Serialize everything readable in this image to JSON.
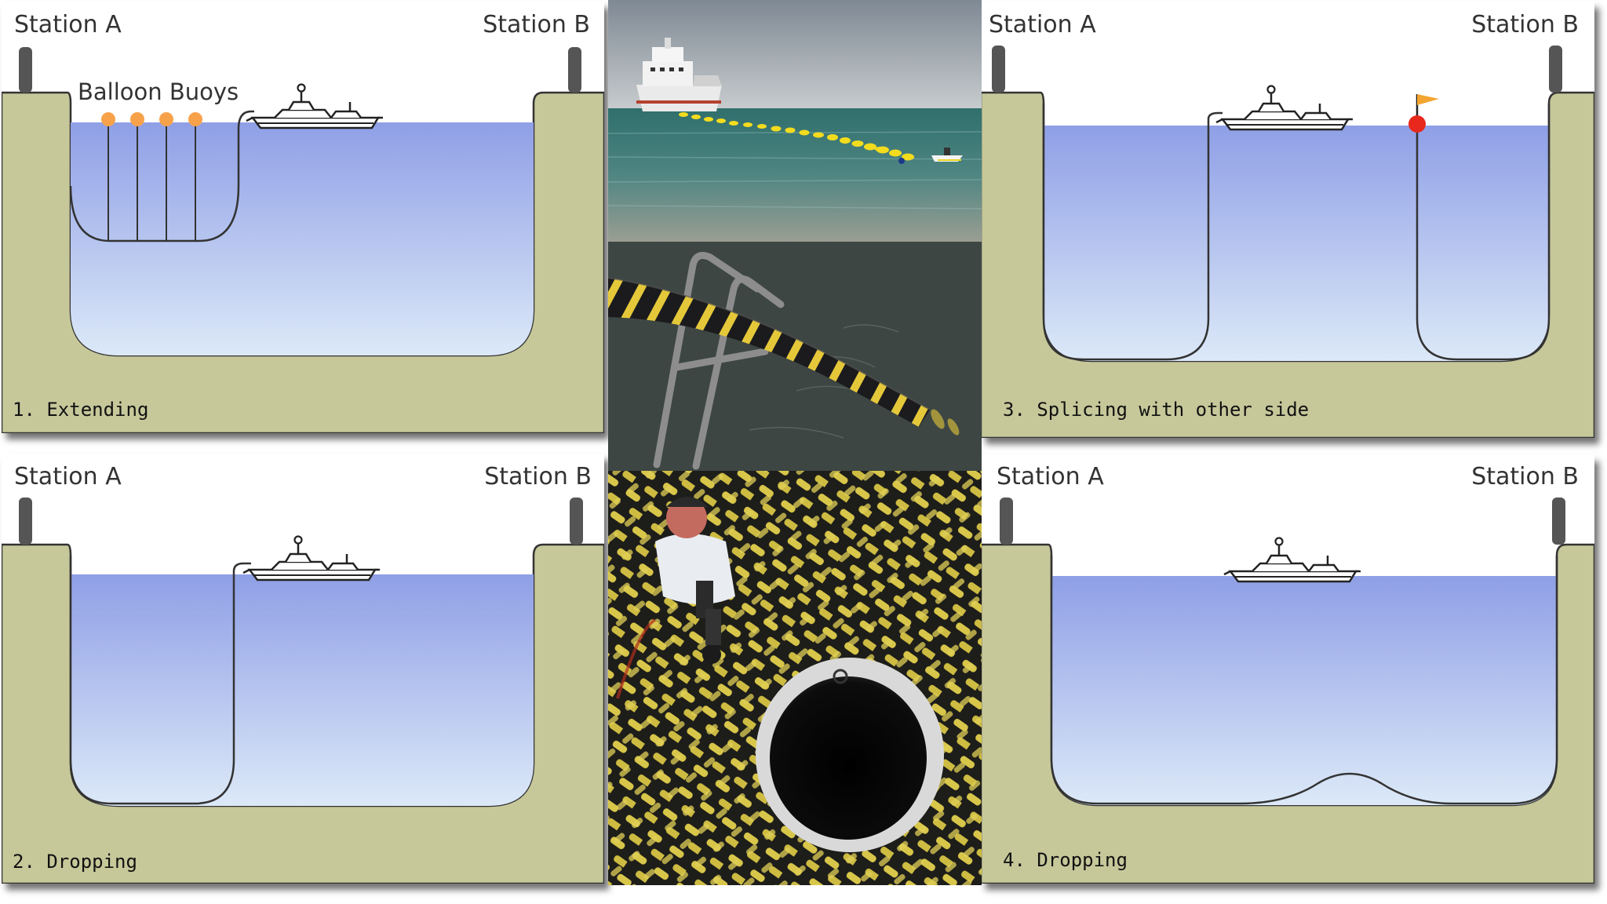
{
  "diagram": {
    "station_a": "Station A",
    "station_b": "Station B",
    "buoy_label": "Balloon Buoys",
    "panels": [
      {
        "caption": "1. Extending"
      },
      {
        "caption": "2. Dropping"
      },
      {
        "caption": "3. Splicing with other side"
      },
      {
        "caption": "4. Dropping"
      }
    ]
  },
  "colors": {
    "land": "#C6C89A",
    "water_top": "#8F9FE6",
    "water_bottom": "#DCE9F8",
    "sky": "#ffffff",
    "cable": "#333333",
    "buoy": "#F7A24A",
    "marker_buoy": "#E8281C",
    "flag": "#F3A531",
    "pillar": "#555555",
    "rope_yellow": "#D8C64A",
    "rope_dark": "#1d1d1a"
  },
  "photos": [
    {
      "name": "cable-laying-ship-photo"
    },
    {
      "name": "cable-over-ladder-photo"
    },
    {
      "name": "coiled-cable-tank-photo"
    }
  ]
}
